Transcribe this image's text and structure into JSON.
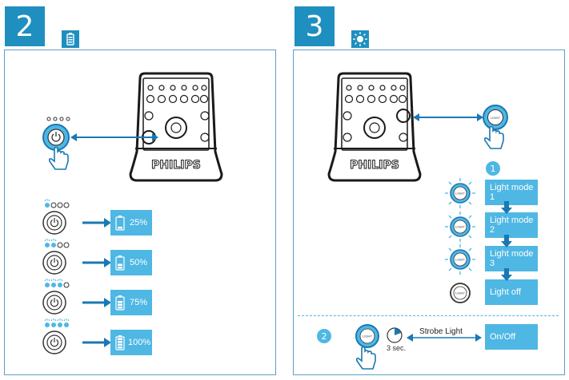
{
  "step2": {
    "number": "2",
    "icon": "battery-icon",
    "levels": [
      {
        "percent_label": "25%",
        "fill": 0.25
      },
      {
        "percent_label": "50%",
        "fill": 0.5
      },
      {
        "percent_label": "75%",
        "fill": 0.75
      },
      {
        "percent_label": "100%",
        "fill": 1.0
      }
    ]
  },
  "step3": {
    "number": "3",
    "icon": "light-icon",
    "light_button_label": "LIGHT",
    "substep1": "1",
    "modes": [
      "Light mode 1",
      "Light mode 2",
      "Light mode 3",
      "Light off"
    ],
    "substep2": "2",
    "hold_time": "3 sec.",
    "strobe_label": "Strobe Light",
    "toggle_label": "On/Off"
  },
  "brand": "PHILIPS",
  "colors": {
    "accent": "#1f8fbf",
    "light_blue": "#4fb7e3",
    "panel_border": "#5a9fc7",
    "arrow": "#1a78b4"
  }
}
